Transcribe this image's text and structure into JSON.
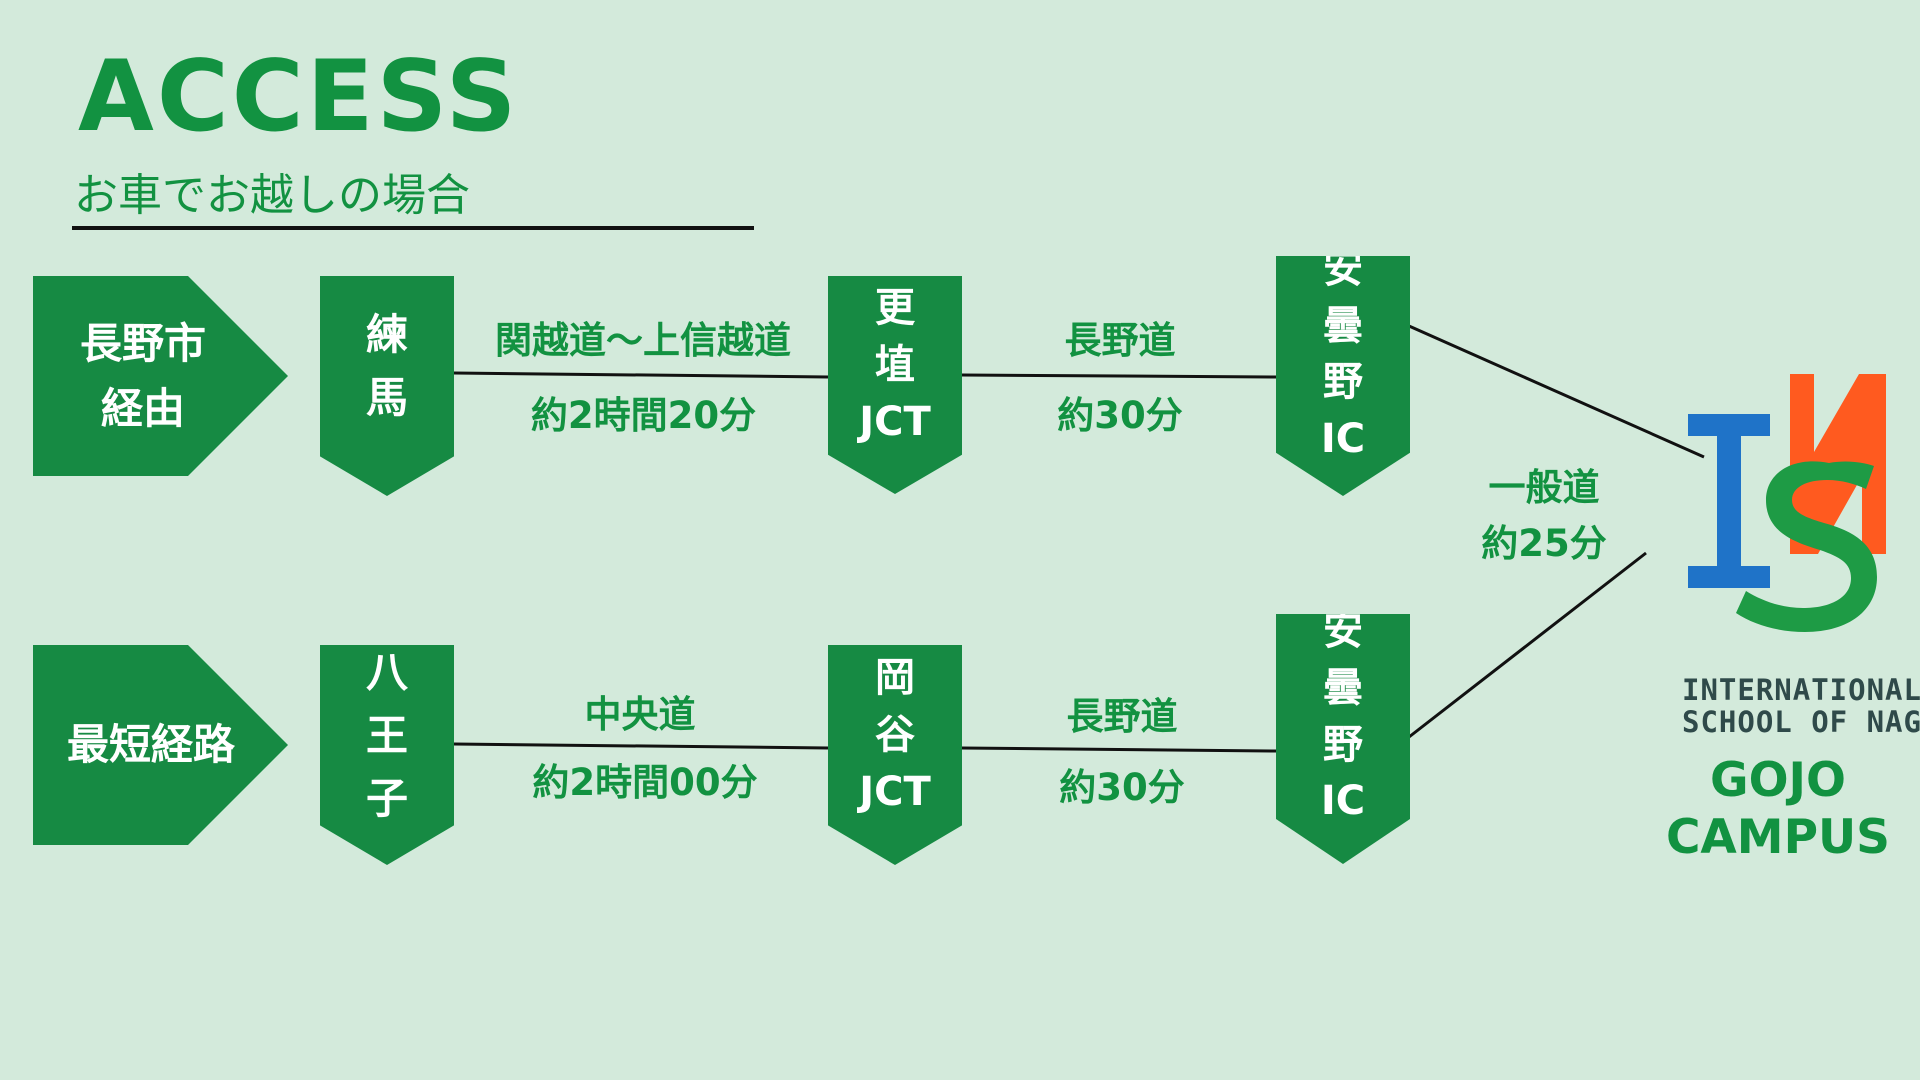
{
  "page": {
    "title": "ACCESS",
    "subtitle": "お車でお越しの場合"
  },
  "routes": [
    {
      "label": "長野市\n経由",
      "nodes": [
        {
          "label": "練\n馬"
        },
        {
          "label": "更\n埴\nJCT"
        },
        {
          "label": "安\n曇\n野\nIC"
        }
      ],
      "segments": [
        {
          "name": "関越道〜上信越道",
          "time": "約2時間20分"
        },
        {
          "name": "長野道",
          "time": "約30分"
        }
      ]
    },
    {
      "label": "最短経路",
      "nodes": [
        {
          "label": "八\n王\n子"
        },
        {
          "label": "岡\n谷\nJCT"
        },
        {
          "label": "安\n曇\n野\nIC"
        }
      ],
      "segments": [
        {
          "name": "中央道",
          "time": "約2時間00分"
        },
        {
          "name": "長野道",
          "time": "約30分"
        }
      ]
    }
  ],
  "final_segment": {
    "name": "一般道",
    "time": "約25分"
  },
  "school": {
    "line1": "INTERNATIONAL",
    "line2": "SCHOOL OF NAGANO",
    "campus": "GOJO\nCAMPUS"
  },
  "colors": {
    "background": "#d3eadb",
    "green": "#129241",
    "box": "#168a43",
    "line": "#111111",
    "logo_blue": "#1f73c8",
    "logo_green": "#1e9b45",
    "logo_orange": "#ff5a1f"
  }
}
